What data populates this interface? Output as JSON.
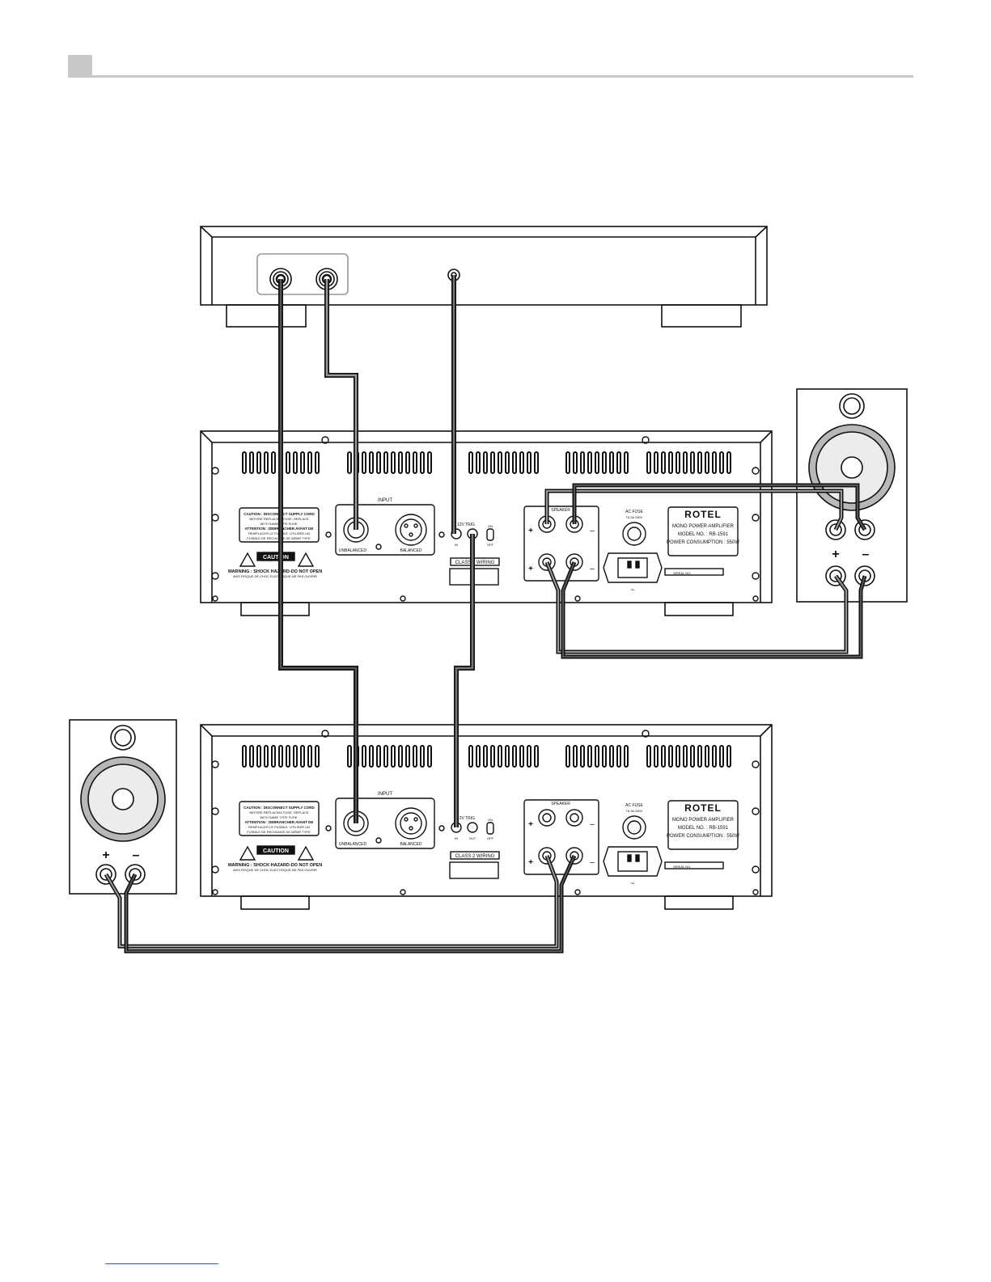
{
  "amplifier": {
    "brand": "ROTEL",
    "type": "MONO POWER AMPLIFIER",
    "model_number": "MODEL NO. : RB-1591",
    "power_consumption": "POWER CONSUMPTION : 550W",
    "serial_label": "SERIAL NO.",
    "input_label": "INPUT",
    "unbalanced_label": "UNBALANCED",
    "balanced_label": "BALANCED",
    "trigger_label": "12V TRIG",
    "trigger_in": "IN",
    "trigger_out": "OUT",
    "switch_on": "ON",
    "switch_off": "OFF",
    "class_wiring": "CLASS 2 WIRING",
    "speaker_label": "SPEAKER",
    "ac_fuse_label": "AC FUSE",
    "ac_fuse_rating": "T6.3A 250V",
    "caution_line1": "CAUTION : DISCONNECT SUPPLY CORD",
    "caution_line2": "BEFORE REPLACING FUSE. REPLACE",
    "caution_line3": "WITH SAME TYPE FUSE.",
    "attention_line1": "ATTENTION : DEBRANCHER AVANT DE",
    "attention_line2": "REMPLACER LE FUSIBLE. UTILISER UN",
    "attention_line3": "FUSIBLE DE RECHANGE DE MÊME TYPE.",
    "caution_badge": "CAUTION",
    "warning_line1": "WARNING : SHOCK HAZARD-DO NOT OPEN",
    "warning_line2": "AVIS RISQUE DE CHOC ELECTRIQUE-NE PAS OUVRIR",
    "ac_symbol": "~",
    "plus_sign": "+",
    "minus_sign": "–"
  },
  "speaker": {
    "plus_sign": "+",
    "minus_sign": "–"
  },
  "colors": {
    "header_square": "#c8c8c8",
    "header_rule": "#c8c8c8",
    "line_art": "#111111",
    "cable_dark": "#333333",
    "cable_light": "#9a9a9a",
    "link_underline": "#3355cc"
  }
}
